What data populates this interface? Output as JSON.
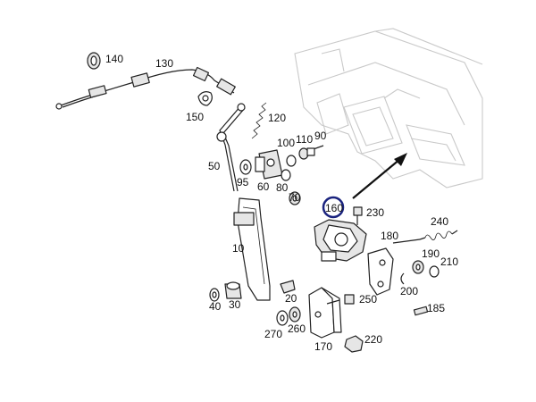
{
  "diagram": {
    "highlighted_part": "160",
    "highlight_color": "#1a237e",
    "part_labels": [
      "140",
      "130",
      "150",
      "120",
      "50",
      "95",
      "60",
      "80",
      "70",
      "100",
      "110",
      "90",
      "10",
      "40",
      "30",
      "20",
      "270",
      "260",
      "170",
      "250",
      "220",
      "160",
      "230",
      "240",
      "180",
      "190",
      "210",
      "200",
      "185"
    ]
  }
}
